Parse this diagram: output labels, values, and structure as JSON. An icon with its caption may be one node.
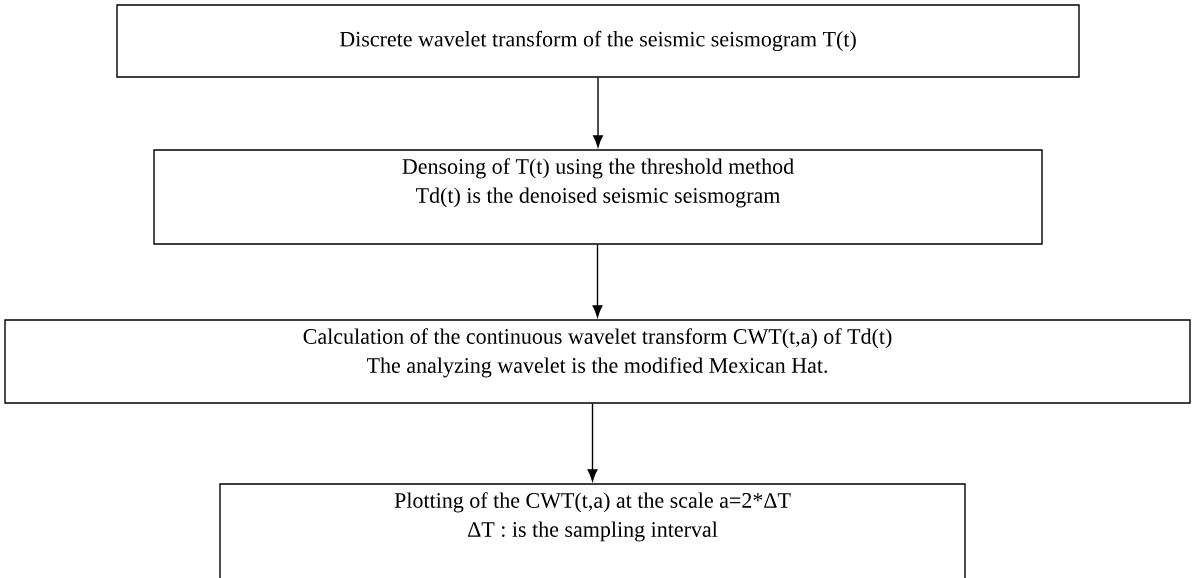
{
  "diagram": {
    "nodes": [
      {
        "text": [
          "Discrete wavelet transform of the seismic seismogram T(t)"
        ]
      },
      {
        "text": [
          "Densoing of T(t) using the threshold method",
          "Td(t) is the denoised seismic seismogram"
        ]
      },
      {
        "text": [
          "Calculation of the continuous wavelet transform CWT(t,a) of Td(t)",
          "The analyzing wavelet is the modified Mexican Hat."
        ]
      },
      {
        "text": [
          "Plotting of the CWT(t,a) at the scale a=2*ΔT",
          "ΔT : is the sampling interval"
        ]
      }
    ],
    "edges": [
      {
        "from": 0,
        "to": 1,
        "arrow": "to"
      },
      {
        "from": 1,
        "to": 2,
        "arrow": "to"
      },
      {
        "from": 2,
        "to": 3,
        "arrow": "to"
      }
    ]
  }
}
